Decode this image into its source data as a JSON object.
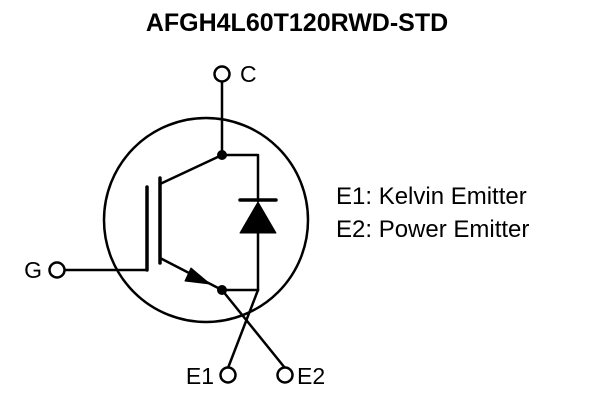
{
  "title": "AFGH4L60T120RWD-STD",
  "terminals": {
    "collector": "C",
    "gate": "G",
    "emitter1": "E1",
    "emitter2": "E2"
  },
  "legend": {
    "line1": "E1: Kelvin Emitter",
    "line2": "E2: Power Emitter"
  },
  "colors": {
    "line": "#000000",
    "background": "#ffffff"
  }
}
